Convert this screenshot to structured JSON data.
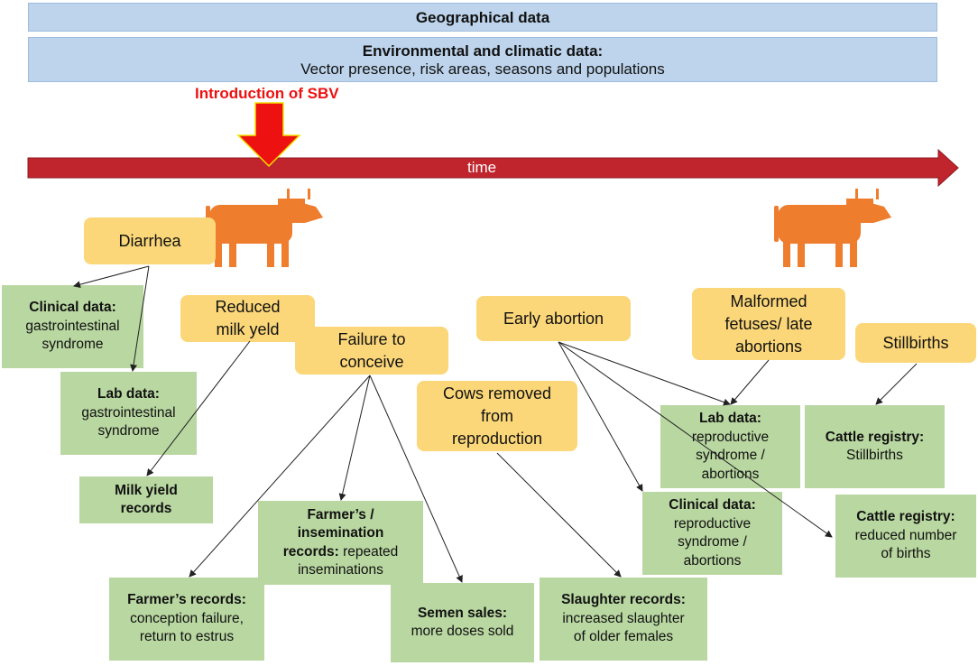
{
  "bands": {
    "geo": "Geographical data",
    "env_title": "Environmental and climatic data:",
    "env_sub": "Vector presence, risk areas, seasons and populations"
  },
  "intro": "Introduction of SBV",
  "time": "time",
  "symptoms": {
    "diarrhea": "Diarrhea",
    "reduced_milk_1": "Reduced",
    "reduced_milk_2": "milk yeld",
    "failure_1": "Failure to",
    "failure_2": "conceive",
    "early_abortion": "Early abortion",
    "removed_1": "Cows removed",
    "removed_2": "from",
    "removed_3": "reproduction",
    "malformed_1": "Malformed",
    "malformed_2": "fetuses/ late",
    "malformed_3": "abortions",
    "stillbirths": "Stillbirths"
  },
  "sources": {
    "clinical_gi": {
      "title": "Clinical data:",
      "l1": "gastrointestinal",
      "l2": "syndrome"
    },
    "lab_gi": {
      "title": "Lab data:",
      "l1": "gastrointestinal",
      "l2": "syndrome"
    },
    "milk": {
      "l1": "Milk yield",
      "l2": "records"
    },
    "farmer_insem": {
      "l1": "Farmer’s /",
      "l2": "insemination",
      "l3b": "records:",
      "l3": " repeated",
      "l4": "inseminations"
    },
    "farmer_records": {
      "title": "Farmer’s records:",
      "l1": "conception failure,",
      "l2": "return to estrus"
    },
    "semen": {
      "title": "Semen sales:",
      "l1": "more doses sold"
    },
    "slaughter": {
      "title": "Slaughter records:",
      "l1": "increased slaughter",
      "l2": "of older females"
    },
    "lab_repro": {
      "title": "Lab data:",
      "l1": "reproductive",
      "l2": "syndrome /",
      "l3": "abortions"
    },
    "clinical_repro": {
      "title": "Clinical data:",
      "l1": "reproductive",
      "l2": "syndrome /",
      "l3": "abortions"
    },
    "registry_still": {
      "title": "Cattle registry:",
      "l1": "Stillbirths"
    },
    "registry_births": {
      "title": "Cattle registry:",
      "l1": "reduced number",
      "l2": "of births"
    }
  },
  "colors": {
    "band": "#bdd4ec",
    "timeline": "#c0242c",
    "intro_text": "#ee1111",
    "arrow_down": "#ee1111",
    "cow": "#ef7d2e",
    "symptom_box": "#fbd779",
    "source_box": "#b9d7a1"
  },
  "icons": [
    "cow-icon",
    "down-arrow-icon"
  ]
}
